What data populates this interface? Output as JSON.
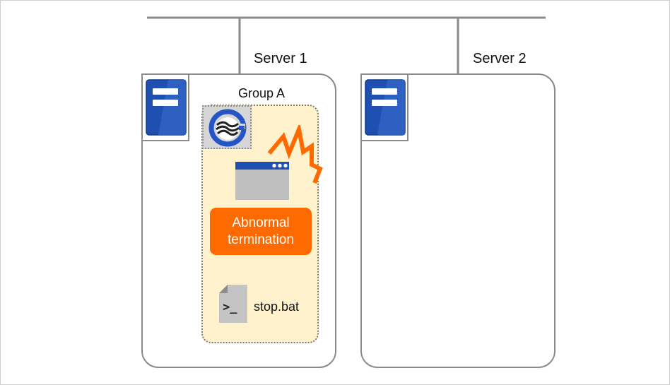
{
  "servers": [
    {
      "label": "Server 1",
      "icon": "server-icon"
    },
    {
      "label": "Server 2",
      "icon": "server-icon"
    }
  ],
  "group": {
    "label": "Group A",
    "logo_icon": "clusterpro-logo-icon",
    "app_icon": "application-window-icon",
    "alert_icon": "lightning-bolt-icon",
    "status": {
      "line1": "Abnormal",
      "line2": "termination",
      "color": "#ff6a00"
    },
    "script": {
      "icon": "script-file-icon",
      "label": "stop.bat"
    }
  },
  "colors": {
    "server_blue": "#1f4fb0",
    "group_fill": "#fff2cc",
    "alert_orange": "#ff6a00",
    "line_gray": "#8a8a8a"
  }
}
